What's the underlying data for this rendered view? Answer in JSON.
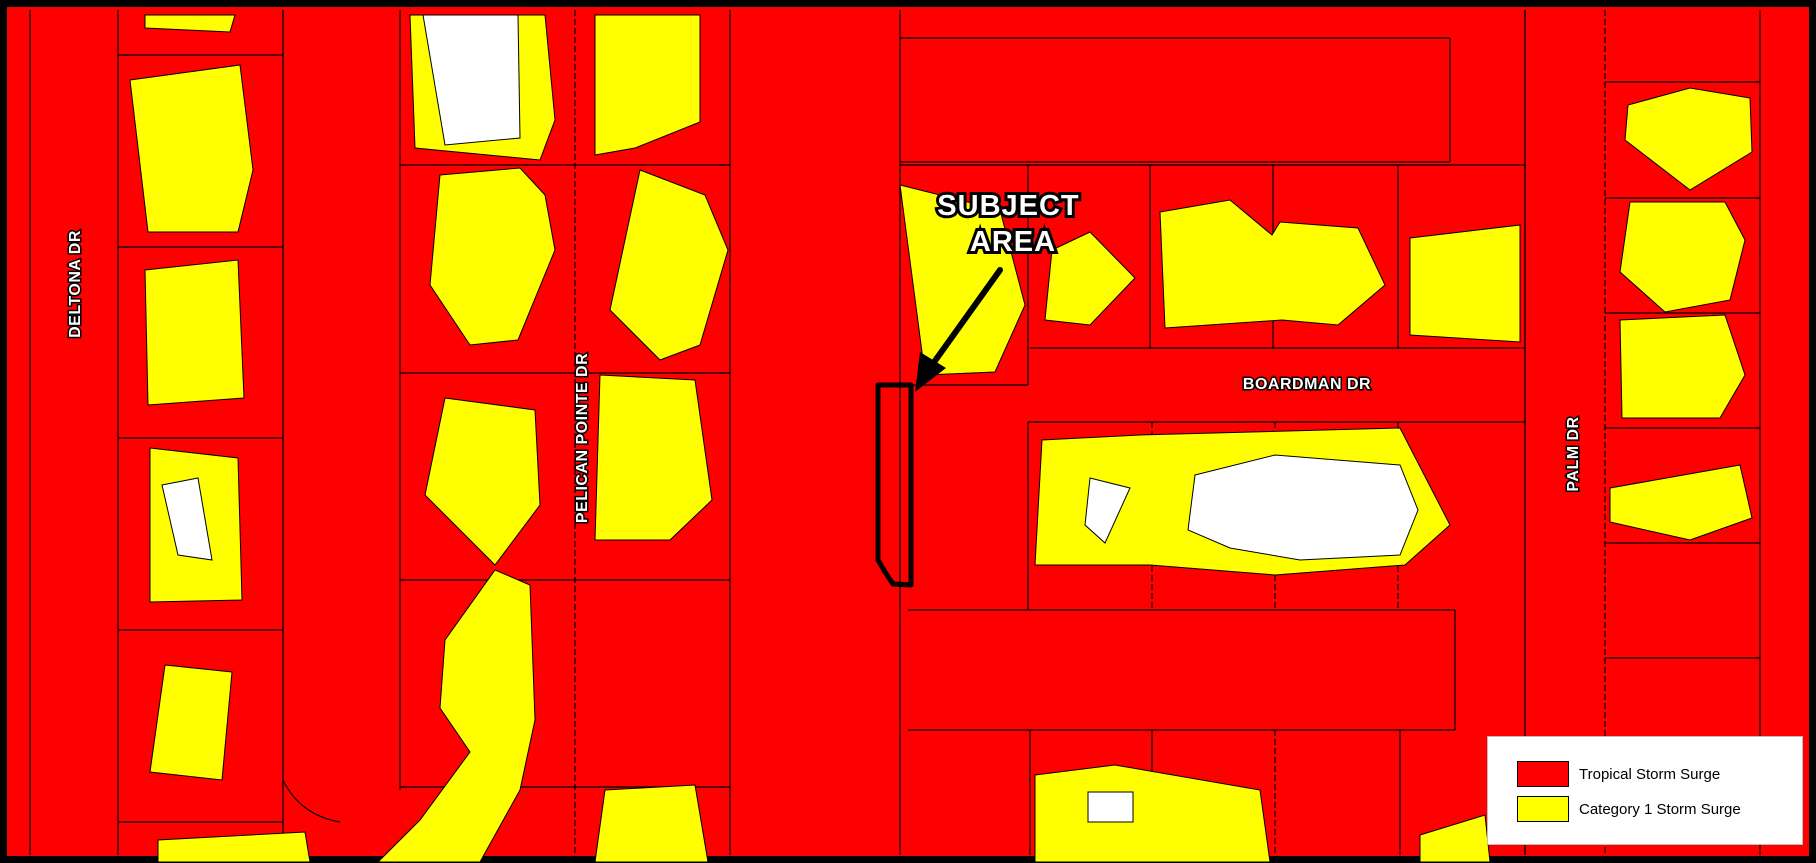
{
  "map": {
    "colors": {
      "tropical_storm_surge": "#ff0000",
      "category_1_storm_surge": "#ffff00",
      "no_surge": "#ffffff",
      "outline": "#000000"
    },
    "roads": {
      "deltona": "DELTONA DR",
      "pelican_pointe": "PELICAN POINTE DR",
      "boardman": "BOARDMAN DR",
      "palm": "PALM DR"
    },
    "subject_area": {
      "line1": "SUBJECT",
      "line2": "AREA"
    }
  },
  "legend": {
    "items": [
      {
        "label": "Tropical Storm Surge",
        "color": "#ff0000"
      },
      {
        "label": "Category 1 Storm Surge",
        "color": "#ffff00"
      }
    ]
  }
}
